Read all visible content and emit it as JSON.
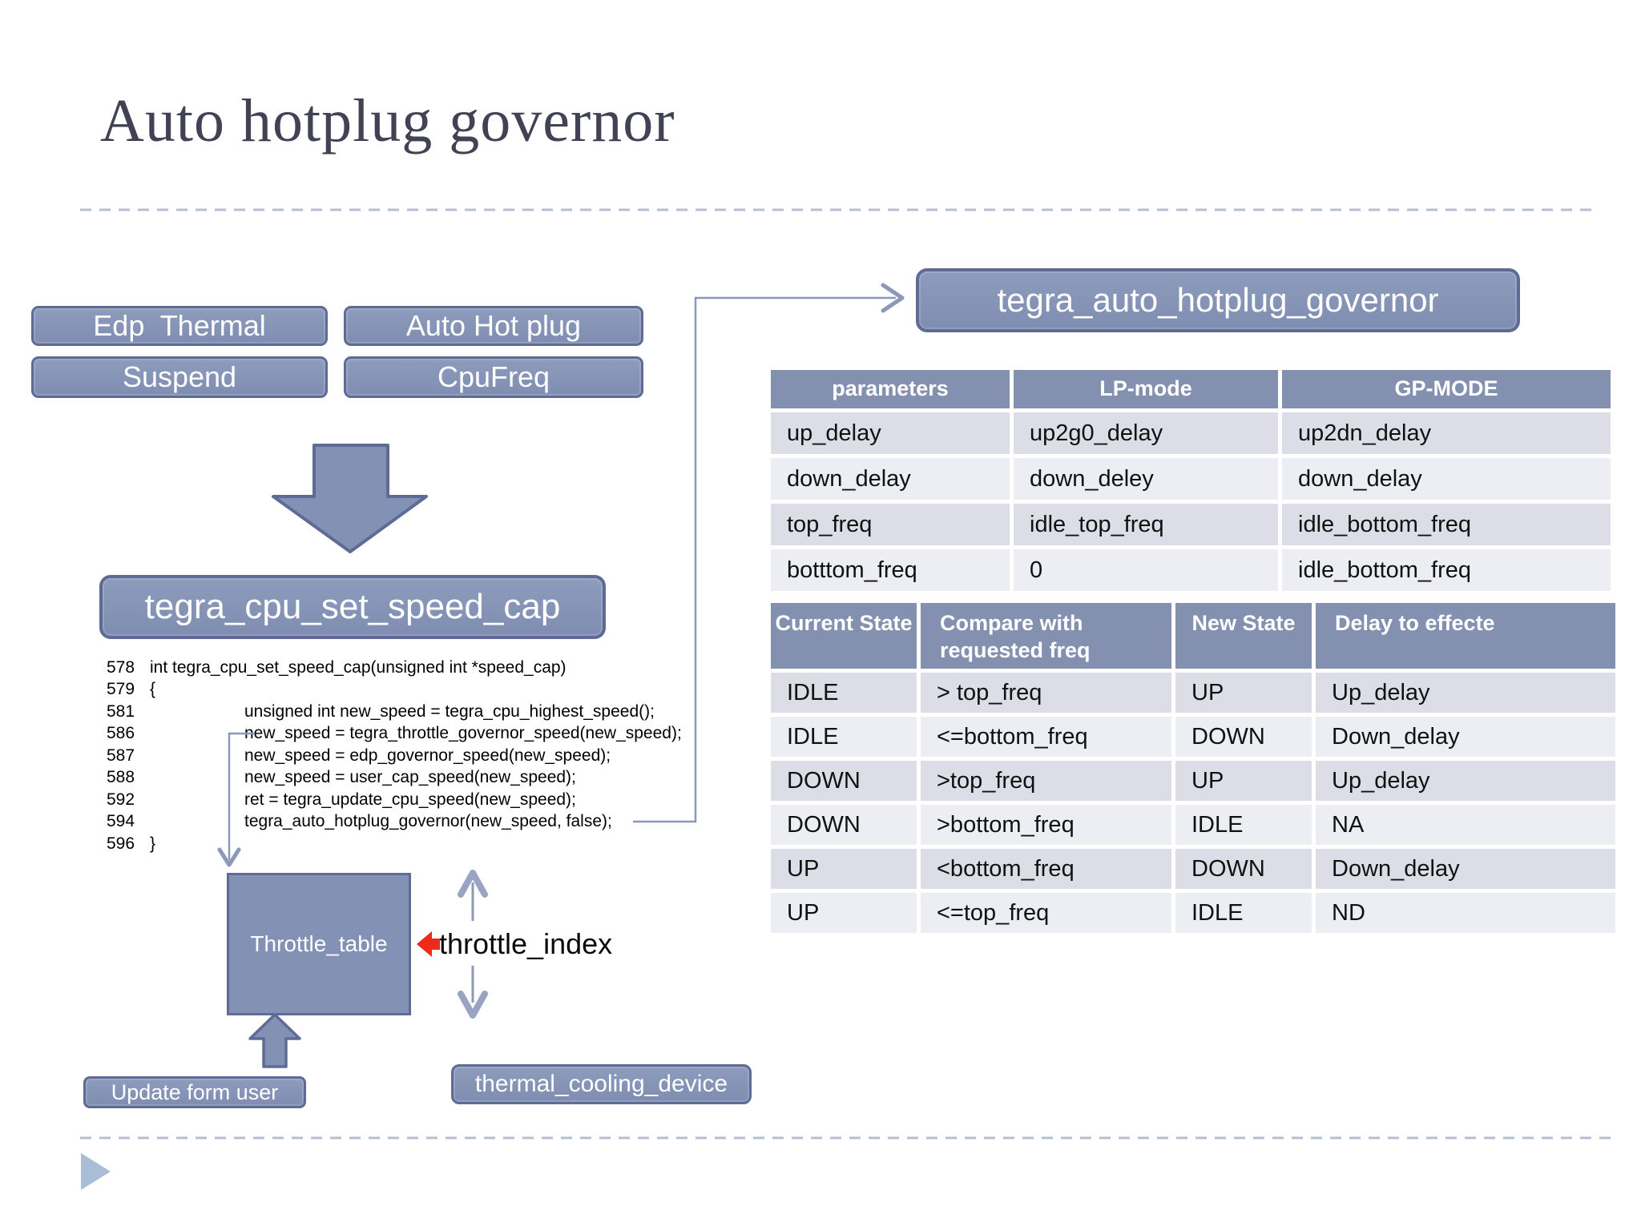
{
  "slide": {
    "title": "Auto hotplug governor"
  },
  "boxes": {
    "edp_thermal": "Edp  Thermal",
    "auto_hot_plug": "Auto Hot plug",
    "suspend": "Suspend",
    "cpufreq": "CpuFreq",
    "speed_cap": "tegra_cpu_set_speed_cap",
    "governor": "tegra_auto_hotplug_governor",
    "throttle_table": "Throttle_table",
    "update_form_user": "Update form user",
    "thermal_cooling_device": "thermal_cooling_device"
  },
  "labels": {
    "throttle_index": "throttle_index"
  },
  "code": {
    "lines": [
      {
        "num": "578",
        "text": "int tegra_cpu_set_speed_cap(unsigned int *speed_cap)",
        "indent": false
      },
      {
        "num": "579",
        "text": "{",
        "indent": false
      },
      {
        "num": "581",
        "text": "unsigned int new_speed = tegra_cpu_highest_speed();",
        "indent": true
      },
      {
        "num": "586",
        "text": "new_speed = tegra_throttle_governor_speed(new_speed);",
        "indent": true
      },
      {
        "num": "587",
        "text": "new_speed = edp_governor_speed(new_speed);",
        "indent": true
      },
      {
        "num": "588",
        "text": "new_speed = user_cap_speed(new_speed);",
        "indent": true
      },
      {
        "num": "592",
        "text": "ret = tegra_update_cpu_speed(new_speed);",
        "indent": true
      },
      {
        "num": "594",
        "text": "tegra_auto_hotplug_governor(new_speed, false);",
        "indent": true
      },
      {
        "num": "596",
        "text": "}",
        "indent": false
      }
    ]
  },
  "tables": {
    "param_table": {
      "headers": [
        "parameters",
        "LP-mode",
        "GP-MODE"
      ],
      "rows": [
        [
          "up_delay",
          "up2g0_delay",
          "up2dn_delay"
        ],
        [
          "down_delay",
          "down_deley",
          "down_delay"
        ],
        [
          "top_freq",
          "idle_top_freq",
          "idle_bottom_freq"
        ],
        [
          "botttom_freq",
          "0",
          "idle_bottom_freq"
        ]
      ]
    },
    "state_table": {
      "headers": [
        "Current State",
        "Compare with requested freq",
        "New State",
        "Delay to effecte"
      ],
      "rows": [
        [
          "IDLE",
          "> top_freq",
          "UP",
          "Up_delay"
        ],
        [
          "IDLE",
          "<=bottom_freq",
          "DOWN",
          "Down_delay"
        ],
        [
          "DOWN",
          ">top_freq",
          "UP",
          "Up_delay"
        ],
        [
          "DOWN",
          ">bottom_freq",
          "IDLE",
          "NA"
        ],
        [
          "UP",
          "<bottom_freq",
          "DOWN",
          "Down_delay"
        ],
        [
          "UP",
          "<=top_freq",
          "IDLE",
          "ND"
        ]
      ]
    }
  },
  "colors": {
    "accent_fill": "#8391b4",
    "accent_border": "#5f6b94",
    "table_header_bg": "#8390b0",
    "row_dark": "#dcdde6",
    "row_light": "#edeef4",
    "connector": "#8d97b8",
    "red_arrow": "#ee2a1a",
    "title_text": "#414254",
    "dashed_line": "#b4bfd2",
    "play_triangle": "#a9bdd6"
  }
}
